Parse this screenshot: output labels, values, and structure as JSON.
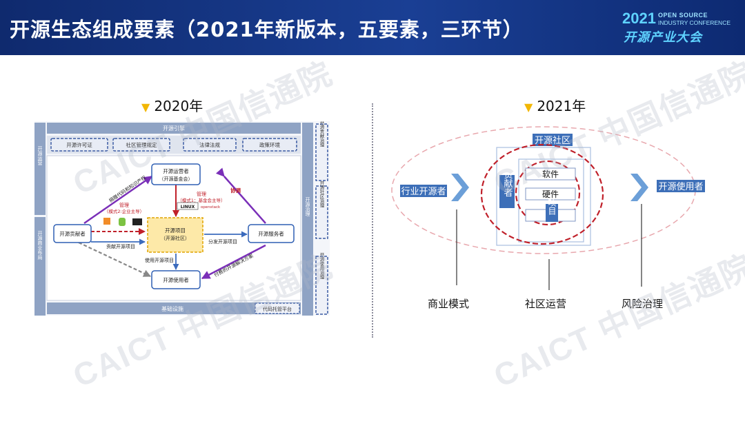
{
  "header": {
    "title": "开源生态组成要素（2021年新版本，五要素，三环节）",
    "logo_year": "2021",
    "logo_en_line1": "OPEN SOURCE",
    "logo_en_line2": "INDUSTRY CONFERENCE",
    "logo_cn": "开源产业大会"
  },
  "left": {
    "year": "2020年",
    "top_band": "开源引擎",
    "left_top": "开源运营",
    "left_bottom": "开源商业布局",
    "right_mid": "开源治理",
    "bottom_band": "基础设施",
    "policy_items": [
      "开源许可证",
      "社区管理规定",
      "法律法规",
      "政策环境"
    ],
    "right_boxes": [
      "开源贡献治理",
      "开源社区治理",
      "开源使用治理"
    ],
    "bottom_right": "代码托管平台",
    "node_operator": "开源运营者",
    "node_operator_sub": "（开源基金会）",
    "node_contributor": "开源贡献者",
    "node_project": "开源项目",
    "node_project_sub": "（开源社区）",
    "node_service": "开源服务者",
    "node_user": "开源使用者",
    "label_donate": "捐赠代码和知识产权",
    "label_mgmt2": "管理",
    "label_mode2": "（模式2:企业主导）",
    "label_mgmt1": "管理",
    "label_mode1": "（模式1：基金会主导）",
    "label_support": "协调",
    "label_contrib": "贡献开源项目",
    "label_distribute": "分发开源项目",
    "label_use": "使用开源项目",
    "label_paid": "付费的开源解决方案",
    "logo_linux": "LINUX",
    "logo_openstack": "openstack"
  },
  "right": {
    "year": "2021年",
    "community": "开源社区",
    "contributor": "贡献者",
    "software": "软件",
    "hardware": "硬件",
    "project": "项目",
    "dots": "..",
    "industry": "行业开源者",
    "users": "开源使用者",
    "business": "商业模式",
    "operation": "社区运营",
    "risk": "风险治理"
  },
  "watermark": {
    "text": "CAICT 中国信通院"
  },
  "colors": {
    "header_bg": "#1a3f94",
    "accent_yellow": "#f2b705",
    "node_blue": "#2f5fb3",
    "arrow_purple": "#7a2fb8",
    "arrow_red": "#c0202a",
    "ring_red": "#c0202a",
    "ring_pink": "#e8a7ad",
    "chevron_blue": "#6c9fd8"
  }
}
